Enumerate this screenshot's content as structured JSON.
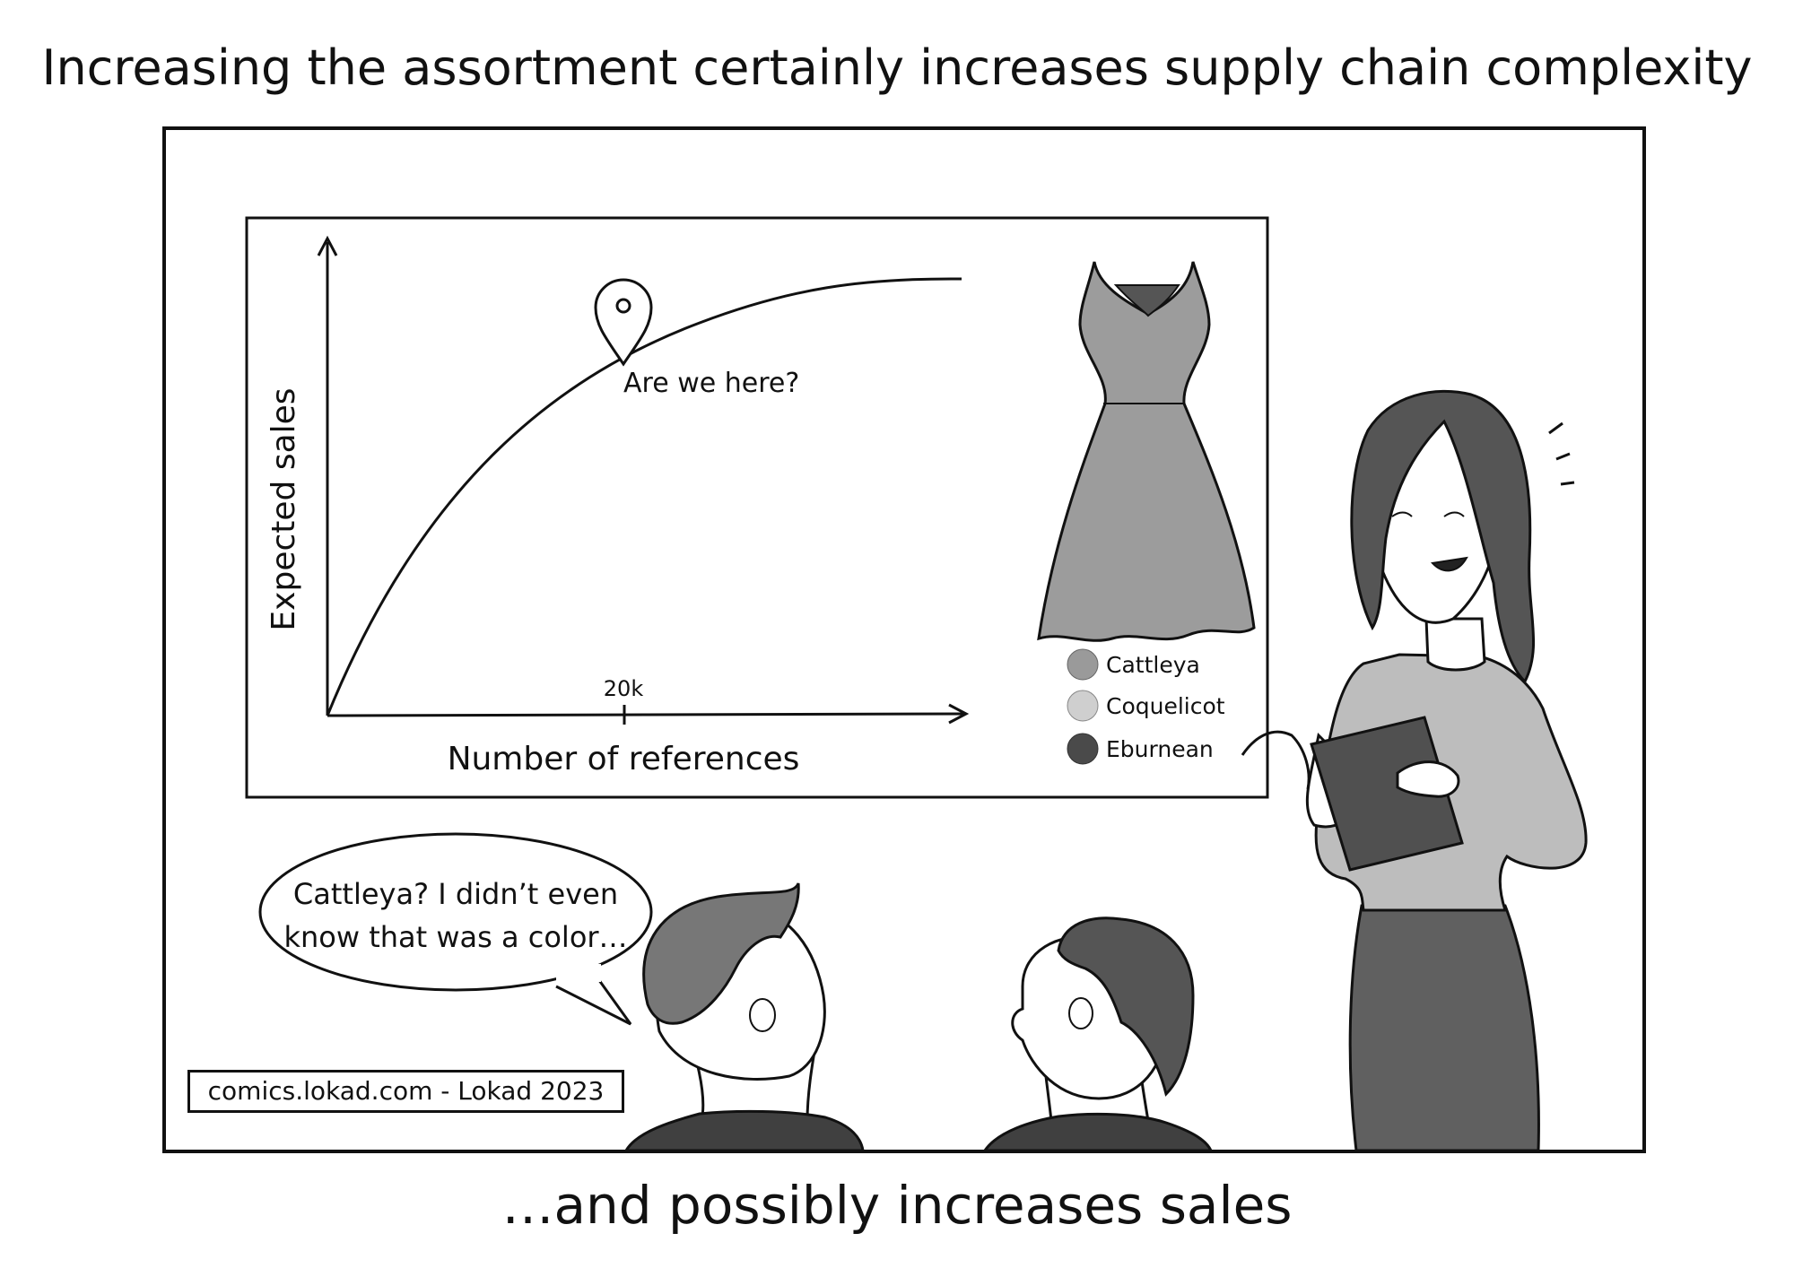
{
  "captions": {
    "top": "Increasing the assortment certainly increases supply chain complexity",
    "bottom": "…and possibly increases sales"
  },
  "chart": {
    "ylabel": "Expected sales",
    "xlabel": "Number of references",
    "tick_label": "20k",
    "annotation": "Are we here?"
  },
  "legend": {
    "items": [
      {
        "label": "Cattleya",
        "color": "#9a9a9a"
      },
      {
        "label": "Coquelicot",
        "color": "#cfcfcf"
      },
      {
        "label": "Eburnean",
        "color": "#4a4a4a"
      }
    ]
  },
  "speech": {
    "line1": "Cattleya? I didn’t even",
    "line2": "know that was a color…"
  },
  "credit": "comics.lokad.com - Lokad 2023"
}
